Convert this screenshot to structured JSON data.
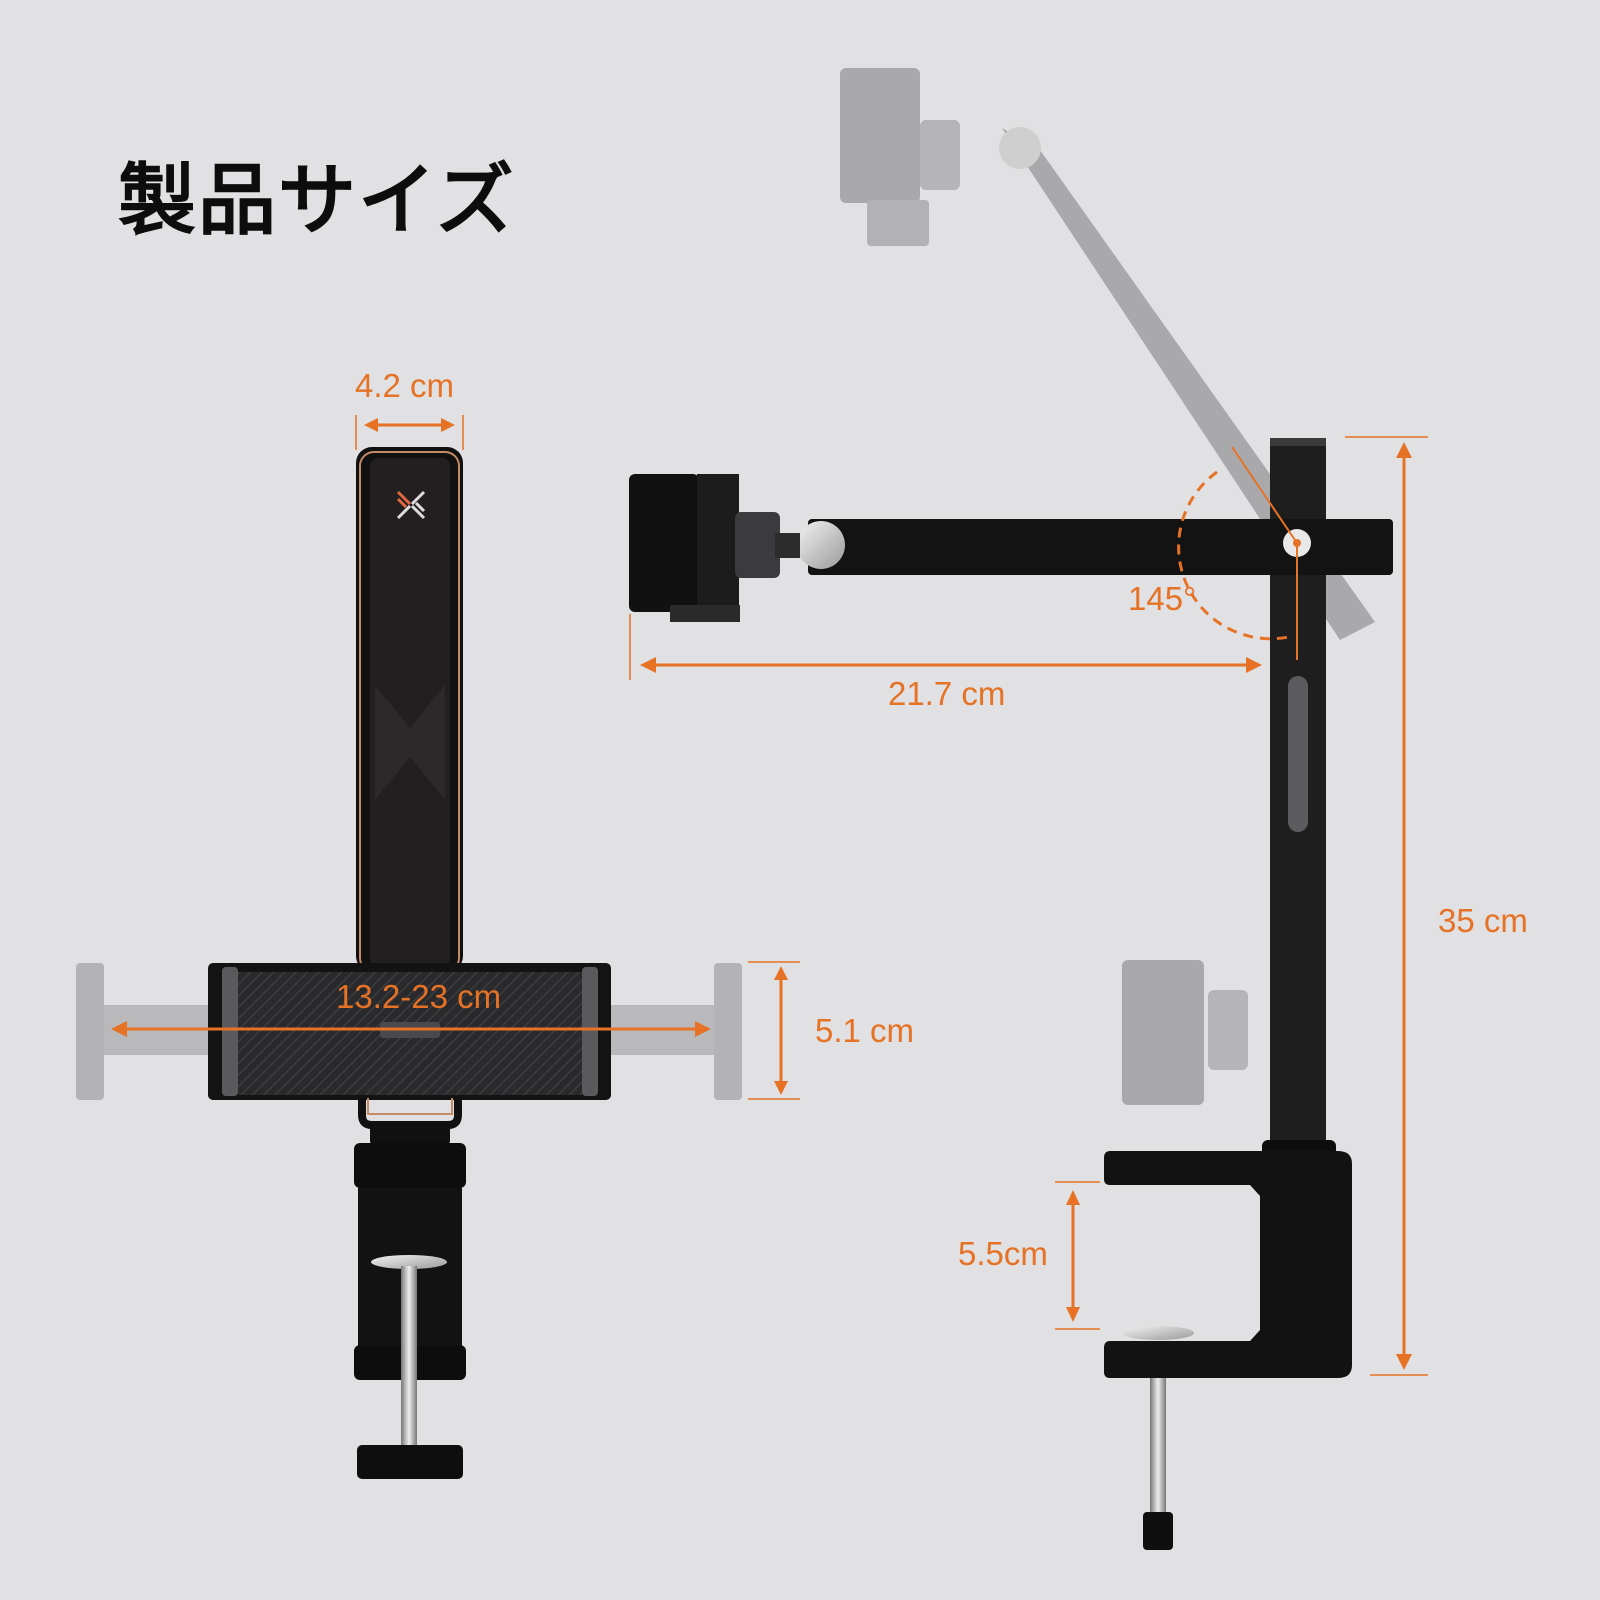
{
  "title": "製品サイズ",
  "colors": {
    "background": "#e1e0e2",
    "dimension_accent": "#e57225",
    "product_black": "#151515",
    "ghost_gray": "#a9a9ab"
  },
  "front_view": {
    "dimensions": {
      "top_width": "4.2 cm",
      "holder_width": "13.2-23 cm",
      "holder_height": "5.1 cm"
    }
  },
  "side_view": {
    "dimensions": {
      "arm_length": "21.7 cm",
      "arm_angle": "145°",
      "total_height": "35 cm",
      "clamp_opening": "5.5cm"
    }
  }
}
